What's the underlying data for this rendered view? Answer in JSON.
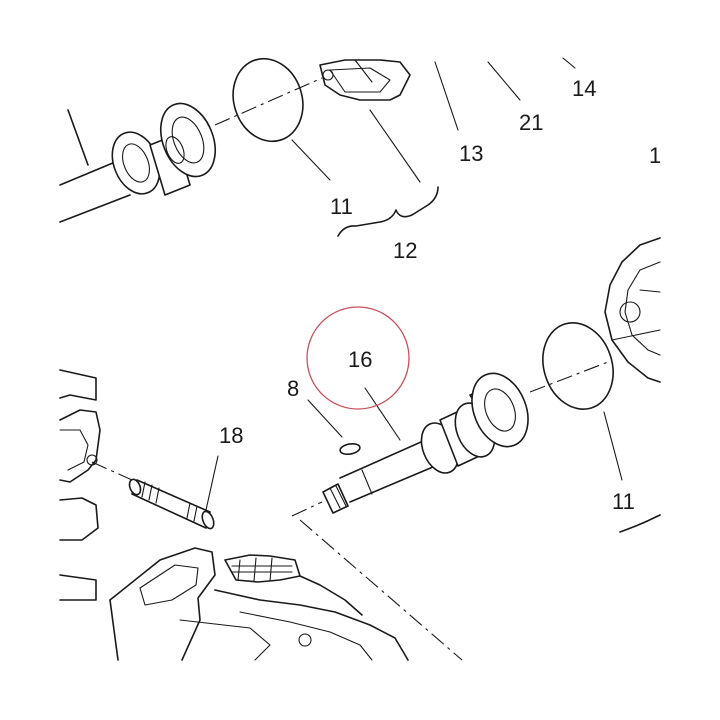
{
  "diagram": {
    "labels": {
      "l14": "14",
      "l21": "21",
      "l13": "13",
      "l1": "1",
      "l11_top": "11",
      "l12": "12",
      "l16": "16",
      "l8": "8",
      "l18": "18",
      "l11_bottom": "11"
    },
    "highlight_color": "#c8505a",
    "line_color": "#1a1a1a"
  }
}
